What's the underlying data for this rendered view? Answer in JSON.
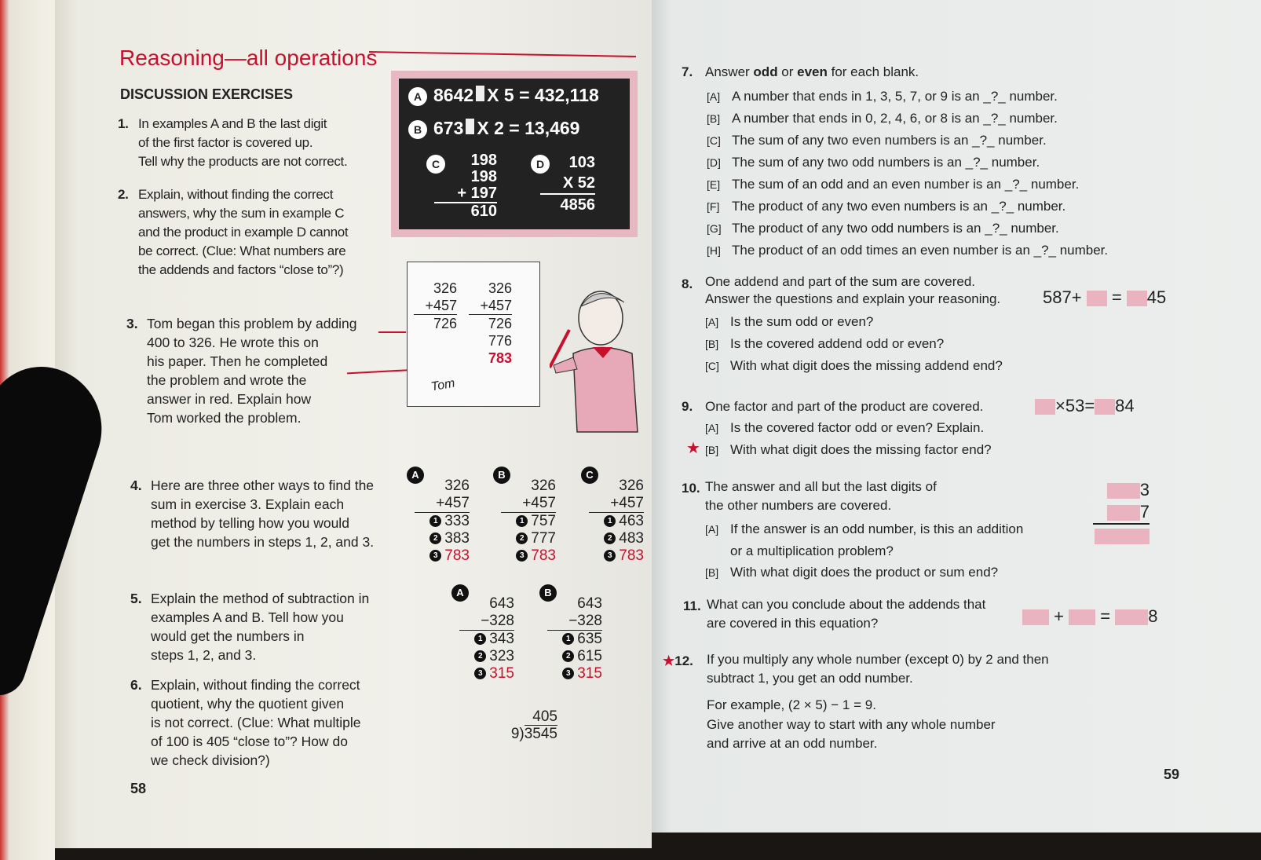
{
  "left_page": {
    "title": "Reasoning—all operations",
    "section": "DISCUSSION EXERCISES",
    "page_number": "58",
    "exercises": [
      {
        "num": "1.",
        "lines": [
          "In examples A and B the last digit",
          "of the first factor is covered up.",
          "Tell why the products are not correct."
        ]
      },
      {
        "num": "2.",
        "lines": [
          "Explain, without finding the correct",
          "answers, why the sum in example C",
          "and the product in example D cannot",
          "be correct.  (Clue: What numbers are",
          "the addends and factors “close to”?)"
        ]
      },
      {
        "num": "3.",
        "lines": [
          "Tom began this problem by adding",
          "400 to 326.  He wrote this on",
          "his paper.  Then he completed",
          "the problem and wrote the",
          "answer in red.  Explain how",
          "Tom worked the problem."
        ]
      },
      {
        "num": "4.",
        "lines": [
          "Here are three other ways to find the",
          "sum in exercise 3.  Explain each",
          "method by telling how you would",
          "get the numbers in steps 1, 2, and 3."
        ]
      },
      {
        "num": "5.",
        "lines": [
          "Explain the method of subtraction in",
          "examples A and B.  Tell how you",
          "would get the numbers in",
          "steps 1, 2, and 3."
        ]
      },
      {
        "num": "6.",
        "lines": [
          "Explain, without finding the correct",
          "quotient, why the quotient given",
          "is not correct.  (Clue: What multiple",
          "of 100 is 405 “close to”?  How do",
          "we check division?)"
        ]
      }
    ],
    "chalkboard": {
      "a": {
        "label": "A",
        "left": "8642",
        "right": "X 5 = 432,118"
      },
      "b": {
        "label": "B",
        "left": "673",
        "right": "X 2 = 13,469"
      },
      "c": {
        "label": "C",
        "rows": [
          "198",
          "198",
          "+ 197",
          "610"
        ]
      },
      "d": {
        "label": "D",
        "rows": [
          "103",
          "X 52",
          "4856"
        ]
      }
    },
    "tom_paper": {
      "col1": [
        "326",
        "+457",
        "726"
      ],
      "col2": [
        "326",
        "+457",
        "726",
        "776",
        "783"
      ],
      "name": "Tom"
    },
    "ex4": [
      {
        "label": "A",
        "top": "326",
        "add": "+457",
        "steps": [
          "333",
          "383",
          "783"
        ]
      },
      {
        "label": "B",
        "top": "326",
        "add": "+457",
        "steps": [
          "757",
          "777",
          "783"
        ]
      },
      {
        "label": "C",
        "top": "326",
        "add": "+457",
        "steps": [
          "463",
          "483",
          "783"
        ]
      }
    ],
    "ex5": [
      {
        "label": "A",
        "top": "643",
        "sub": "−328",
        "steps": [
          "343",
          "323",
          "315"
        ]
      },
      {
        "label": "B",
        "top": "643",
        "sub": "−328",
        "steps": [
          "635",
          "615",
          "315"
        ]
      }
    ],
    "ex6": {
      "quotient": "405",
      "divisor": "9",
      "dividend": "3545"
    },
    "step_labels": [
      "1",
      "2",
      "3"
    ]
  },
  "right_page": {
    "page_number": "59",
    "q7": {
      "num": "7.",
      "intro_pre": "Answer ",
      "odd": "odd",
      "or": " or ",
      "even": "even",
      "intro_post": " for each blank.",
      "items": [
        [
          "[A]",
          "A number that ends in 1, 3, 5, 7, or 9 is an _?_ number."
        ],
        [
          "[B]",
          "A number that ends in 0, 2, 4, 6, or 8 is an _?_ number."
        ],
        [
          "[C]",
          "The sum of any two even numbers is an _?_ number."
        ],
        [
          "[D]",
          "The sum of any two odd numbers is an _?_ number."
        ],
        [
          "[E]",
          "The sum of an odd and an even number is an _?_ number."
        ],
        [
          "[F]",
          "The product of any two even numbers is an _?_ number."
        ],
        [
          "[G]",
          "The product of any two odd numbers is an _?_ number."
        ],
        [
          "[H]",
          "The product of an odd times an even number is an _?_ number."
        ]
      ]
    },
    "q8": {
      "num": "8.",
      "lines": [
        "One addend and part of the sum are covered.",
        "Answer the questions and explain your reasoning."
      ],
      "eq": [
        "587+",
        "=",
        "45"
      ],
      "items": [
        [
          "[A]",
          "Is the sum odd or even?"
        ],
        [
          "[B]",
          "Is the covered addend odd or even?"
        ],
        [
          "[C]",
          "With what digit does the missing addend end?"
        ]
      ]
    },
    "q9": {
      "num": "9.",
      "line": "One factor and part of the product are covered.",
      "eq": [
        "×53=",
        "84"
      ],
      "items": [
        [
          "[A]",
          "Is the covered factor odd or even?  Explain."
        ],
        [
          "[B]",
          "With what digit does the missing factor end?"
        ]
      ]
    },
    "q10": {
      "num": "10.",
      "lines": [
        "The answer and all but the last digits of",
        "the other numbers are covered."
      ],
      "digits": [
        "3",
        "7"
      ],
      "items": [
        [
          "[A]",
          "If the answer is an odd number, is this an addition"
        ],
        [
          "",
          "or a multiplication problem?"
        ],
        [
          "[B]",
          "With what digit does the product or sum end?"
        ]
      ]
    },
    "q11": {
      "num": "11.",
      "lines": [
        "What can you conclude about the addends that",
        "are covered in this equation?"
      ],
      "eq": [
        "+",
        "=",
        "8"
      ]
    },
    "q12": {
      "num": "12.",
      "lines": [
        "If you multiply any whole number (except 0) by 2 and then",
        "subtract 1, you get an odd number.",
        "For example,  (2 × 5) − 1 = 9.",
        "Give another way to start with any whole number",
        "and arrive at an odd number."
      ]
    },
    "star": "★"
  },
  "colors": {
    "accent_red": "#c8102e",
    "cover_pink": "#e9b3c0",
    "chalkboard": "#222222"
  }
}
